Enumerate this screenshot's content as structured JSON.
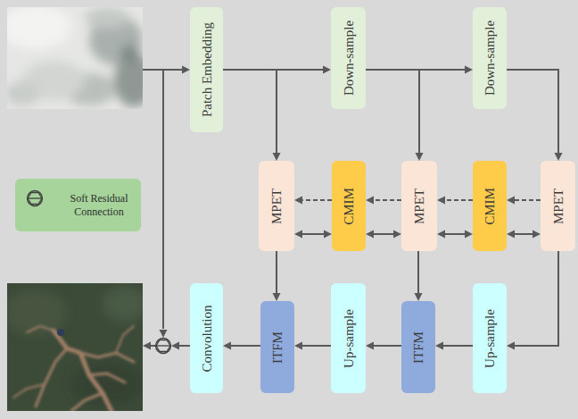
{
  "diagram": {
    "nodes": [
      {
        "text": [
          "Patch Embedding"
        ]
      },
      {
        "text": [
          "Down-sample"
        ]
      },
      {
        "text": [
          "Down-sample"
        ]
      },
      {
        "text": [
          "MPET"
        ]
      },
      {
        "text": [
          "CMIM"
        ]
      },
      {
        "text": [
          "MPET"
        ]
      },
      {
        "text": [
          "CMIM"
        ]
      },
      {
        "text": [
          "MPET"
        ]
      },
      {
        "text": [
          "Convolution"
        ]
      },
      {
        "text": [
          "ITFM"
        ]
      },
      {
        "text": [
          "Up-sample"
        ]
      },
      {
        "text": [
          "ITFM"
        ]
      },
      {
        "text": [
          "Up-sample"
        ]
      }
    ],
    "edges": [
      {
        "from": 0,
        "to": 1,
        "arrow": "to"
      },
      {
        "from": 0,
        "to": 3,
        "arrow": "to"
      },
      {
        "from": 1,
        "to": 2,
        "arrow": "to"
      },
      {
        "from": 1,
        "to": 5,
        "arrow": "to"
      },
      {
        "from": 2,
        "to": 7,
        "arrow": "to"
      },
      {
        "from": 4,
        "to": 3,
        "arrow": "to"
      },
      {
        "from": 5,
        "to": 4,
        "arrow": "to"
      },
      {
        "from": 6,
        "to": 5,
        "arrow": "to"
      },
      {
        "from": 7,
        "to": 6,
        "arrow": "to"
      },
      {
        "from": 3,
        "to": 4,
        "arrow": "both"
      },
      {
        "from": 4,
        "to": 5,
        "arrow": "both"
      },
      {
        "from": 5,
        "to": 6,
        "arrow": "both"
      },
      {
        "from": 6,
        "to": 7,
        "arrow": "both"
      },
      {
        "from": 3,
        "to": 9,
        "arrow": "to"
      },
      {
        "from": 5,
        "to": 11,
        "arrow": "to"
      },
      {
        "from": 7,
        "to": 12,
        "arrow": "to"
      },
      {
        "from": 12,
        "to": 11,
        "arrow": "to"
      },
      {
        "from": 11,
        "to": 10,
        "arrow": "to"
      },
      {
        "from": 10,
        "to": 9,
        "arrow": "to"
      },
      {
        "from": 9,
        "to": 8,
        "arrow": "to"
      }
    ],
    "legend": [
      {
        "text": "Soft Residual Connection"
      }
    ]
  }
}
